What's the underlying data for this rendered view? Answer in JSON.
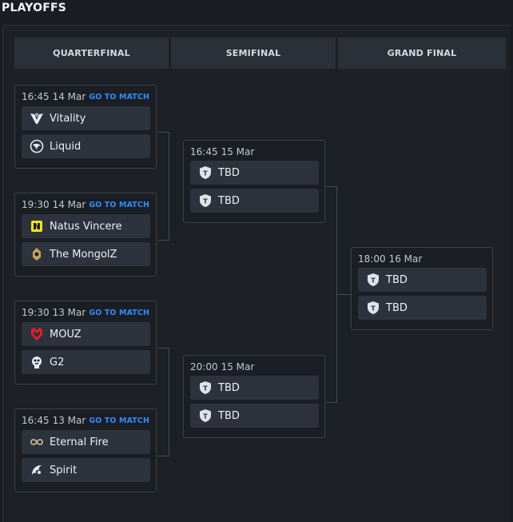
{
  "page": {
    "title": "PLAYOFFS"
  },
  "columns": [
    "QUARTERFINAL",
    "SEMIFINAL",
    "GRAND FINAL"
  ],
  "go_to_match_label": "GO TO MATCH",
  "matches": {
    "qf1": {
      "time": "16:45",
      "date": "14 Mar",
      "teams": [
        {
          "name": "Vitality",
          "icon": "vitality-icon"
        },
        {
          "name": "Liquid",
          "icon": "liquid-icon"
        }
      ]
    },
    "qf2": {
      "time": "19:30",
      "date": "14 Mar",
      "teams": [
        {
          "name": "Natus Vincere",
          "icon": "navi-icon"
        },
        {
          "name": "The MongolZ",
          "icon": "mongolz-icon"
        }
      ]
    },
    "qf3": {
      "time": "19:30",
      "date": "13 Mar",
      "teams": [
        {
          "name": "MOUZ",
          "icon": "mouz-icon"
        },
        {
          "name": "G2",
          "icon": "g2-icon"
        }
      ]
    },
    "qf4": {
      "time": "16:45",
      "date": "13 Mar",
      "teams": [
        {
          "name": "Eternal Fire",
          "icon": "eternal-fire-icon"
        },
        {
          "name": "Spirit",
          "icon": "spirit-icon"
        }
      ]
    },
    "sf1": {
      "time": "16:45",
      "date": "15 Mar",
      "teams": [
        {
          "name": "TBD",
          "icon": "tbd-shield-icon"
        },
        {
          "name": "TBD",
          "icon": "tbd-shield-icon"
        }
      ]
    },
    "sf2": {
      "time": "20:00",
      "date": "15 Mar",
      "teams": [
        {
          "name": "TBD",
          "icon": "tbd-shield-icon"
        },
        {
          "name": "TBD",
          "icon": "tbd-shield-icon"
        }
      ]
    },
    "gf": {
      "time": "18:00",
      "date": "16 Mar",
      "teams": [
        {
          "name": "TBD",
          "icon": "tbd-shield-icon"
        },
        {
          "name": "TBD",
          "icon": "tbd-shield-icon"
        }
      ]
    }
  },
  "colors": {
    "background": "#1a1e23",
    "header": "#2a3038",
    "team_row": "#2c333c",
    "link": "#2f8bff",
    "mouz": "#e51c2c",
    "navi": "#f5e21b"
  }
}
